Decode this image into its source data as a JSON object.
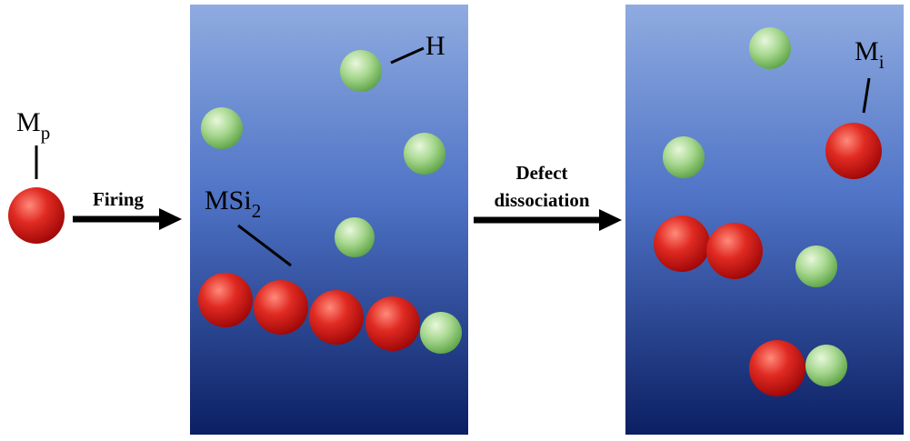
{
  "labels": {
    "mp_main": "M",
    "mp_sub": "p",
    "h": "H",
    "msi2_main": "MSi",
    "msi2_sub": "2",
    "mi_main": "M",
    "mi_sub": "i"
  },
  "arrows": {
    "firing": "Firing",
    "defect_line1": "Defect",
    "defect_line2": "dissociation"
  },
  "colors": {
    "panel_top": "#8fabe0",
    "panel_mid": "#4f73c6",
    "panel_bottom": "#0b1f63",
    "metal_sphere": "#d42020",
    "hydrogen_sphere": "#8fcf7a"
  }
}
